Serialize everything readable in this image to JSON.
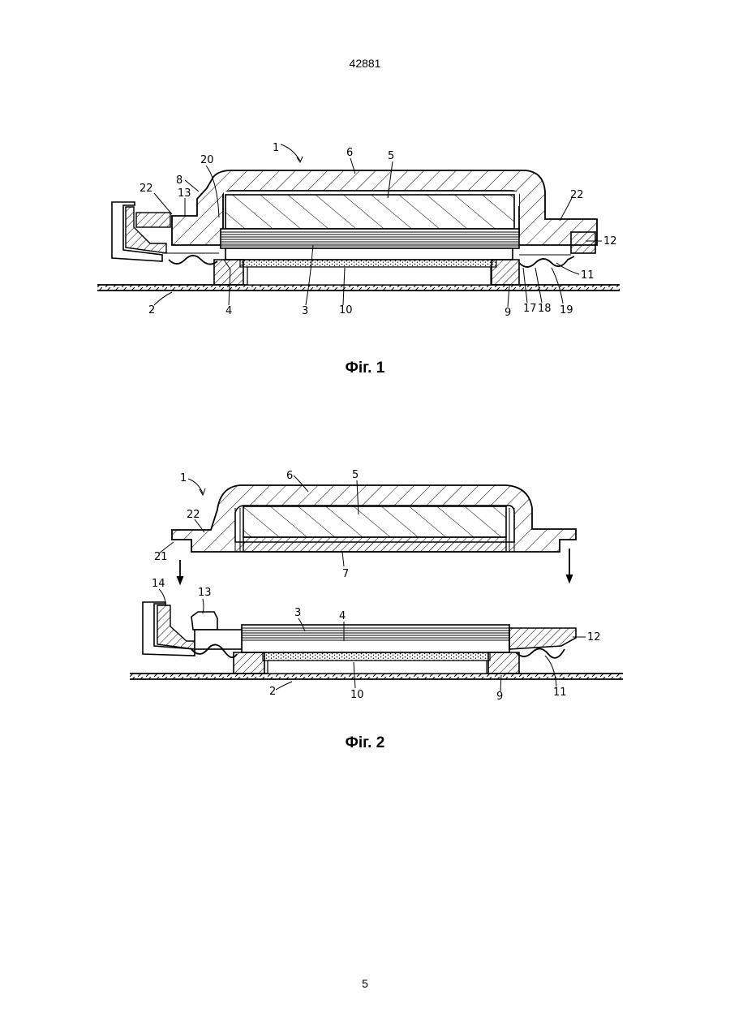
{
  "header": {
    "doc_number": "42881"
  },
  "footer": {
    "page_number": "5"
  },
  "figures": [
    {
      "caption": "Фіг. 1",
      "labels": [
        "1",
        "6",
        "5",
        "20",
        "8",
        "22",
        "13",
        "22",
        "12",
        "11",
        "2",
        "4",
        "3",
        "10",
        "9",
        "17",
        "18",
        "19"
      ]
    },
    {
      "caption": "Фіг. 2",
      "labels": [
        "1",
        "6",
        "5",
        "22",
        "21",
        "7",
        "14",
        "13",
        "3",
        "4",
        "12",
        "2",
        "10",
        "9",
        "11"
      ]
    }
  ]
}
